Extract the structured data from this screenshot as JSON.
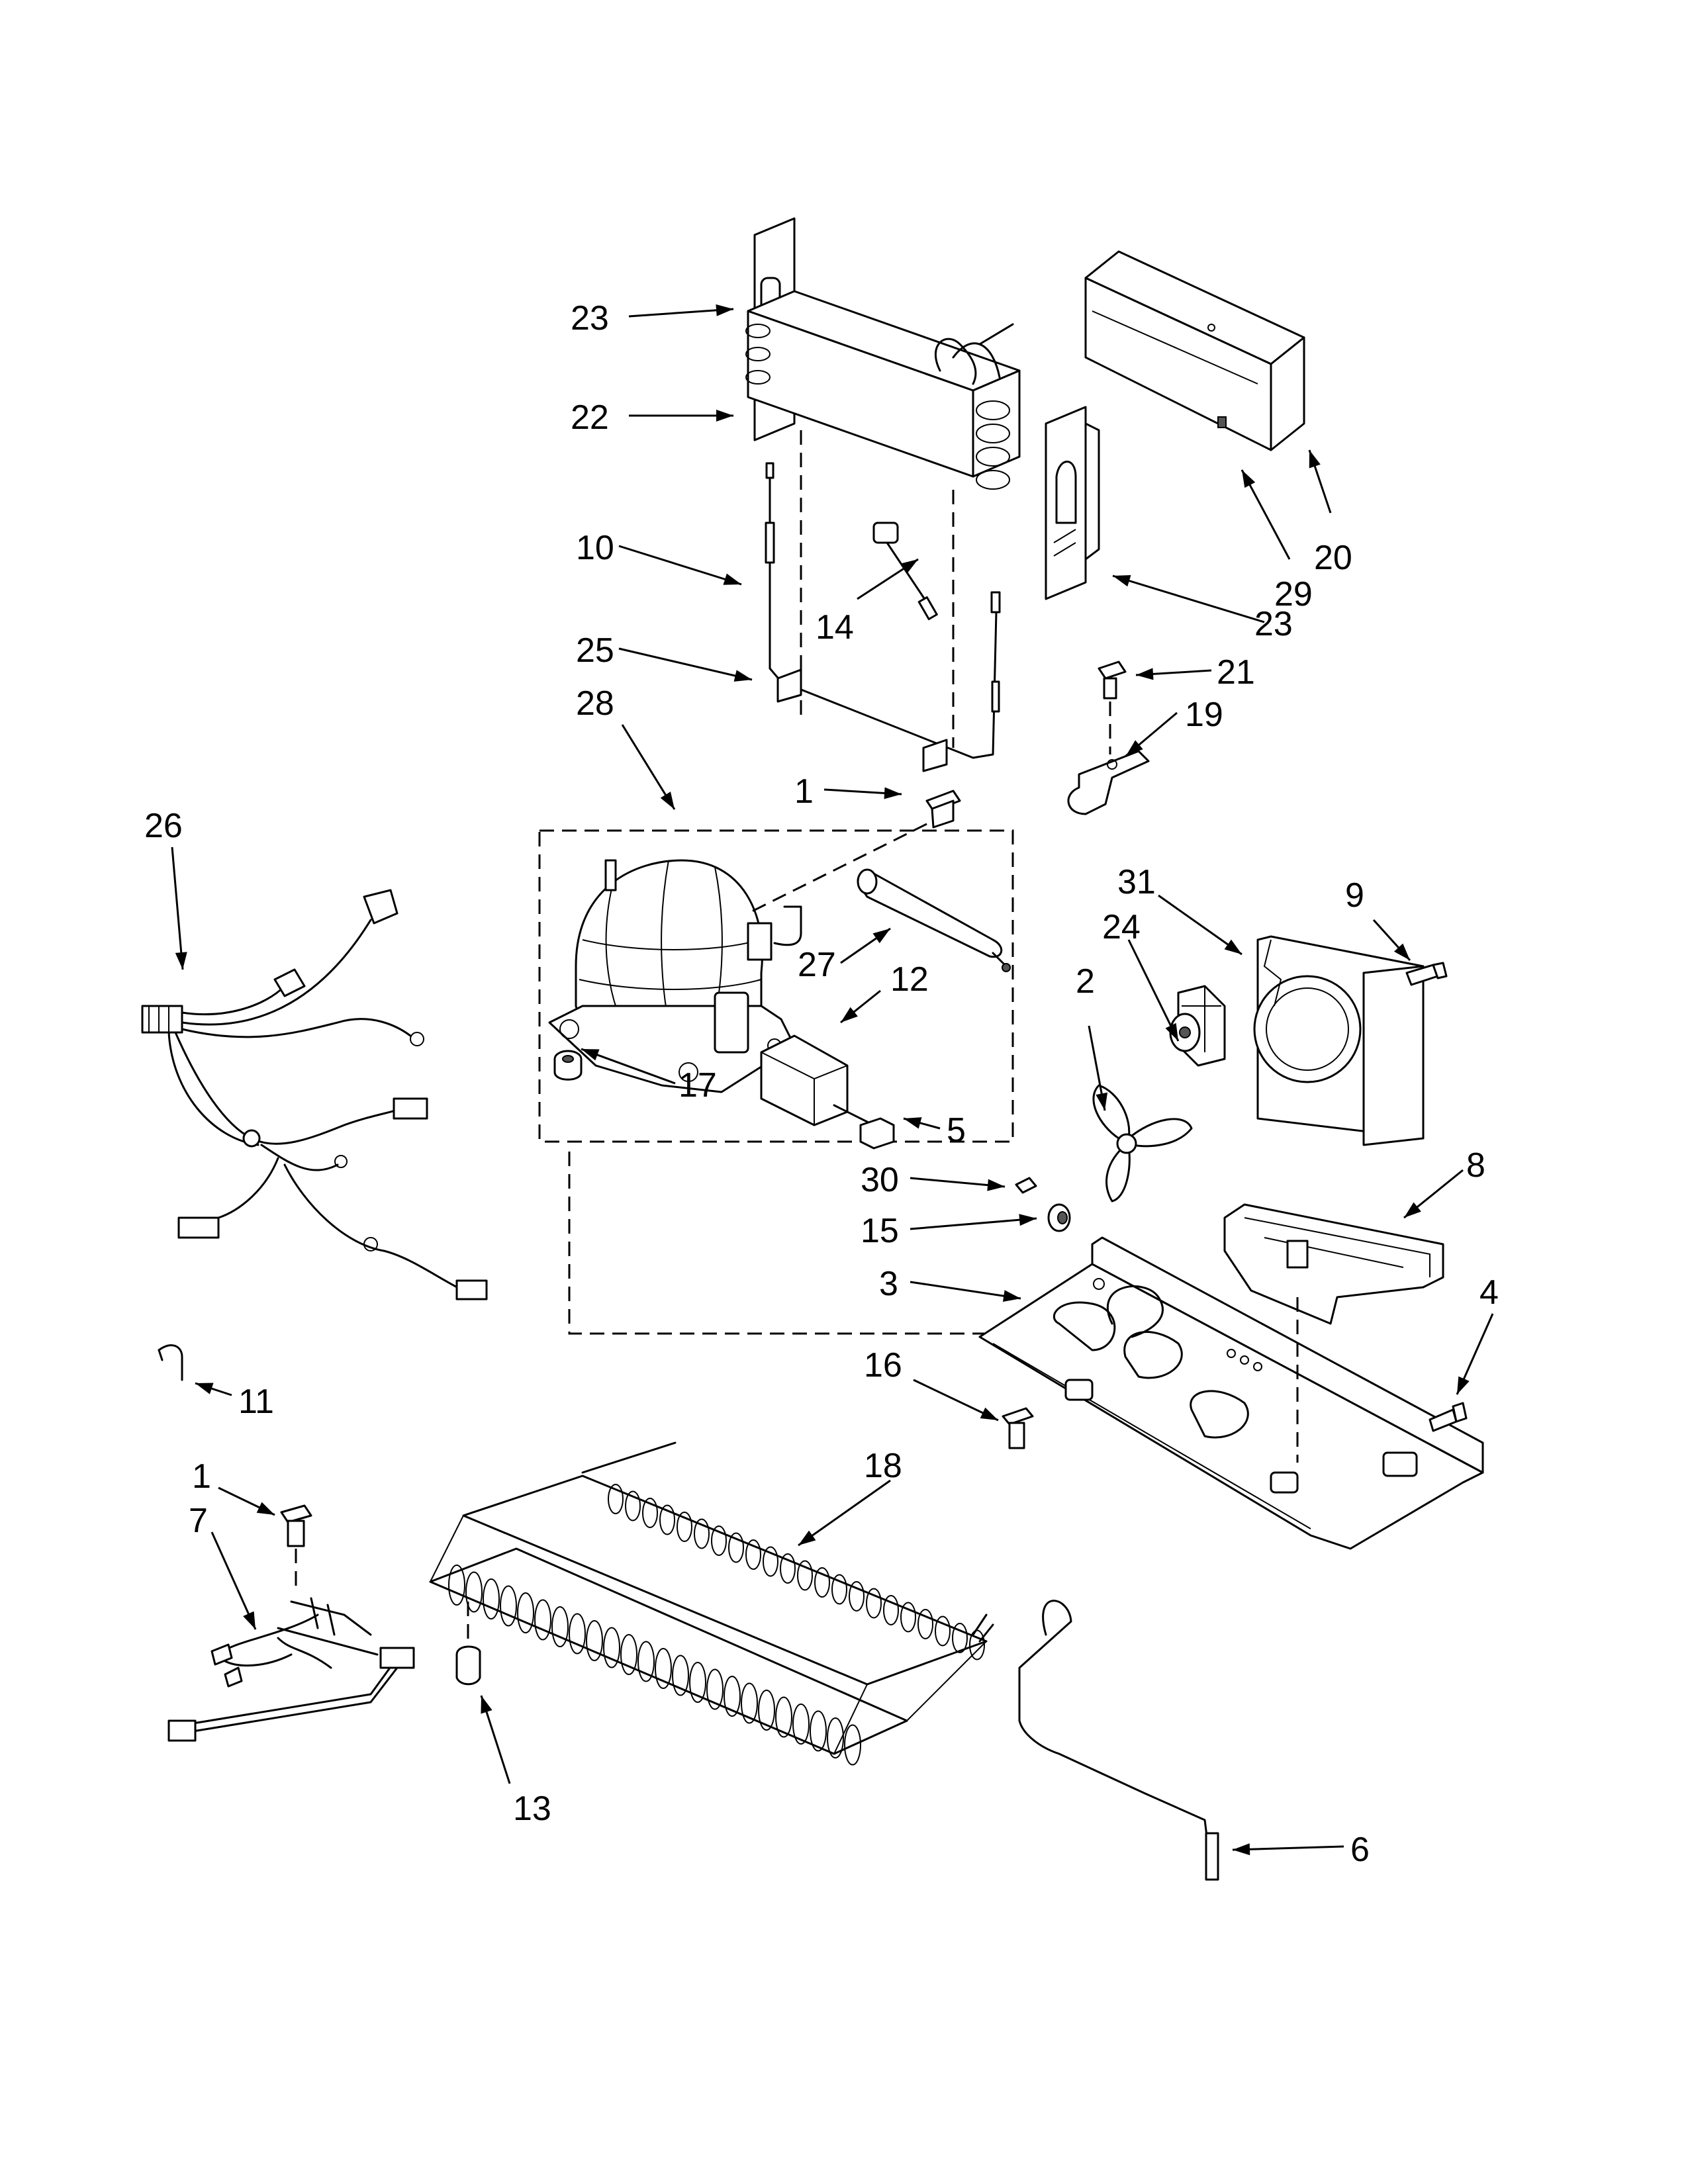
{
  "callouts": [
    {
      "id": "c23a",
      "label": "23"
    },
    {
      "id": "c22",
      "label": "22"
    },
    {
      "id": "c10",
      "label": "10"
    },
    {
      "id": "c14",
      "label": "14"
    },
    {
      "id": "c25",
      "label": "25"
    },
    {
      "id": "c28",
      "label": "28"
    },
    {
      "id": "c20",
      "label": "20"
    },
    {
      "id": "c29",
      "label": "29"
    },
    {
      "id": "c23b",
      "label": "23"
    },
    {
      "id": "c21",
      "label": "21"
    },
    {
      "id": "c19",
      "label": "19"
    },
    {
      "id": "c1a",
      "label": "1"
    },
    {
      "id": "c26",
      "label": "26"
    },
    {
      "id": "c27",
      "label": "27"
    },
    {
      "id": "c12",
      "label": "12"
    },
    {
      "id": "c17",
      "label": "17"
    },
    {
      "id": "c5",
      "label": "5"
    },
    {
      "id": "c31",
      "label": "31"
    },
    {
      "id": "c9",
      "label": "9"
    },
    {
      "id": "c24",
      "label": "24"
    },
    {
      "id": "c2",
      "label": "2"
    },
    {
      "id": "c30",
      "label": "30"
    },
    {
      "id": "c8",
      "label": "8"
    },
    {
      "id": "c15",
      "label": "15"
    },
    {
      "id": "c3",
      "label": "3"
    },
    {
      "id": "c4",
      "label": "4"
    },
    {
      "id": "c16",
      "label": "16"
    },
    {
      "id": "c11",
      "label": "11"
    },
    {
      "id": "c1b",
      "label": "1"
    },
    {
      "id": "c18",
      "label": "18"
    },
    {
      "id": "c7",
      "label": "7"
    },
    {
      "id": "c13",
      "label": "13"
    },
    {
      "id": "c6",
      "label": "6"
    }
  ]
}
